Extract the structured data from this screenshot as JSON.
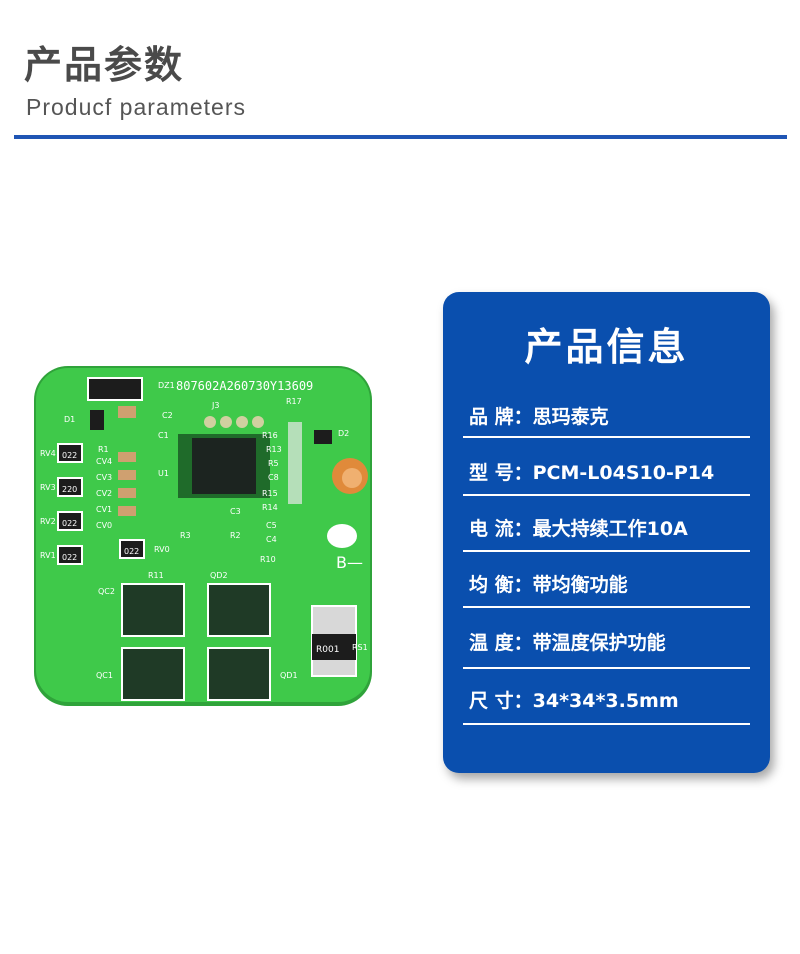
{
  "header": {
    "title": "产品参数",
    "subtitle": "Producf parameters"
  },
  "colors": {
    "accent_rule": "#1f55b4",
    "card_bg": "#0a4fae",
    "pcb_green": "#3fc94a"
  },
  "pcb": {
    "top_code": "807602A260730Y13609",
    "labels": {
      "DZ1": "DZ1",
      "J3": "J3",
      "R17": "R17",
      "C2": "C2",
      "D1": "D1",
      "D2": "D2",
      "R1": "R1",
      "C1": "C1",
      "U1": "U1",
      "CV4": "CV4",
      "CV3": "CV3",
      "CV2": "CV2",
      "CV1": "CV1",
      "CV0": "CV0",
      "RV4": "RV4",
      "RV3": "RV3",
      "RV2": "RV2",
      "RV1": "RV1",
      "RV0": "RV0",
      "R16": "R16",
      "R13": "R13",
      "R5": "R5",
      "C8": "C8",
      "R15": "R15",
      "R14": "R14",
      "C5": "C5",
      "C4": "C4",
      "C3": "C3",
      "R3": "R3",
      "R2": "R2",
      "R10": "R10",
      "R11": "R11",
      "QC2": "QC2",
      "QD2": "QD2",
      "QC1": "QC1",
      "QD1": "QD1",
      "RS1": "RS1",
      "R001": "R001",
      "B_minus": "B—"
    },
    "resistor_codes": [
      "022",
      "220",
      "022",
      "022",
      "022"
    ]
  },
  "card": {
    "title": "产品信息",
    "rows": [
      {
        "label": "品  牌：",
        "value": "思玛泰克"
      },
      {
        "label": "型  号：",
        "value": "PCM-L04S10-P14"
      },
      {
        "label": "电  流：",
        "value": "最大持续工作10A"
      },
      {
        "label": "均  衡：",
        "value": "带均衡功能"
      },
      {
        "label": "温  度：",
        "value": "带温度保护功能"
      },
      {
        "label": "尺  寸：",
        "value": "34*34*3.5mm"
      }
    ]
  }
}
